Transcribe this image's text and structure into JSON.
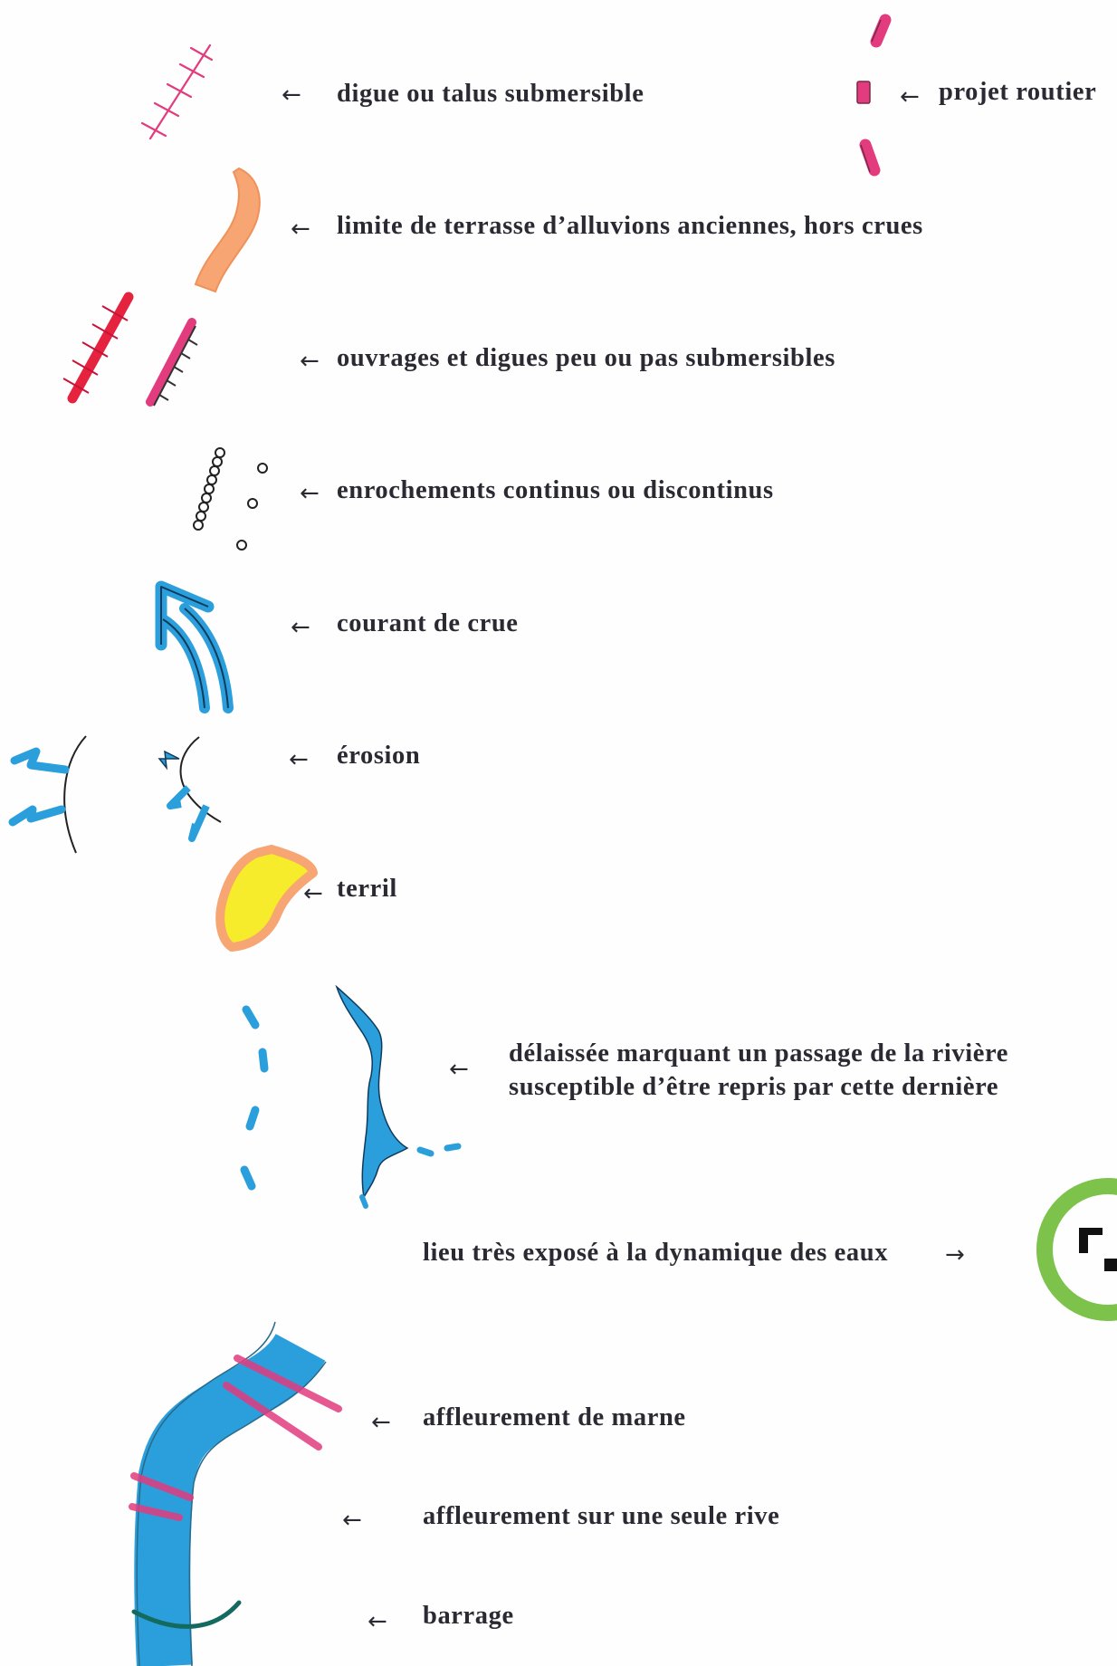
{
  "legend": {
    "items": [
      {
        "key": "digue_submersible",
        "label": "digue ou talus submersible",
        "arrow": "←"
      },
      {
        "key": "projet_routier",
        "label": "projet routier",
        "arrow": "←"
      },
      {
        "key": "terrasse",
        "label": "limite de terrasse d’alluvions anciennes, hors crues",
        "arrow": "←"
      },
      {
        "key": "ouvrages",
        "label": "ouvrages et digues peu ou pas submersibles",
        "arrow": "←"
      },
      {
        "key": "enrochements",
        "label": "enrochements continus ou discontinus",
        "arrow": "←"
      },
      {
        "key": "courant",
        "label": "courant de crue",
        "arrow": "←"
      },
      {
        "key": "erosion",
        "label": "érosion",
        "arrow": "←"
      },
      {
        "key": "terril",
        "label": "terril",
        "arrow": "←"
      },
      {
        "key": "delaissee",
        "label_line1": "délaissée marquant un passage de la rivière",
        "label_line2": "susceptible d’être repris par cette dernière",
        "arrow": "←"
      },
      {
        "key": "lieu_expose",
        "label": "lieu très exposé à la dynamique des eaux",
        "arrow": "→"
      },
      {
        "key": "marne",
        "label": "affleurement de marne",
        "arrow": "←"
      },
      {
        "key": "seule_rive",
        "label": "affleurement sur une seule rive",
        "arrow": "←"
      },
      {
        "key": "barrage",
        "label": "barrage",
        "arrow": "←"
      }
    ]
  },
  "colors": {
    "magenta": "#e23c7e",
    "red": "#e5233f",
    "orange": "#f6a573",
    "blue": "#2a9fdc",
    "blue_dark": "#103a5c",
    "yellow": "#f7ec2b",
    "green": "#7dc24a",
    "teal": "#146a5f",
    "ink": "#2b2a33"
  },
  "icons": [
    "hatched-line-icon",
    "dashed-road-icon",
    "terrace-limit-icon",
    "dike-icon",
    "riprap-icon",
    "flood-current-arrow-icon",
    "erosion-icon",
    "slag-heap-icon",
    "oxbow-icon",
    "exposed-place-icon",
    "river-icon",
    "marl-outcrop-icon",
    "dam-icon"
  ]
}
